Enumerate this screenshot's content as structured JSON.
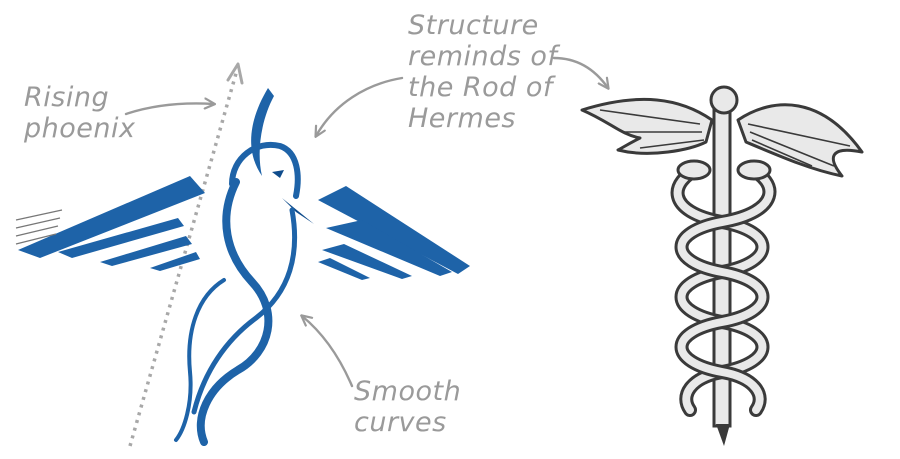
{
  "annotations": {
    "rising": [
      "Rising",
      "phoenix"
    ],
    "structure": [
      "Structure",
      "reminds of",
      "the Rod of",
      "Hermes"
    ],
    "smooth": [
      "Smooth",
      "curves"
    ]
  },
  "colors": {
    "logo_blue": "#1e63a8",
    "logo_blue_dark": "#0f4c8c",
    "annotation_gray": "#9a9a9a",
    "caduceus_fill": "#e9e9e9",
    "caduceus_stroke": "#3a3a3a"
  }
}
